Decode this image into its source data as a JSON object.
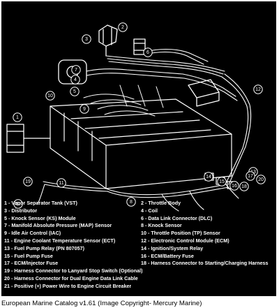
{
  "colors": {
    "panel": "#000000",
    "ink": "#ffffff",
    "caption_bg": "#ffffff",
    "caption_text": "#000000"
  },
  "callouts": [
    "1",
    "2",
    "3",
    "4",
    "5",
    "6",
    "7",
    "8",
    "9",
    "10",
    "11",
    "12",
    "13",
    "14",
    "15",
    "16",
    "17",
    "18",
    "19",
    "20",
    "21"
  ],
  "legend_items": [
    [
      "1   - Vapor Separator Tank (VST)",
      "2   - Throttle Body"
    ],
    [
      "3   - Distributor",
      "4   - Coil"
    ],
    [
      "5   - Knock Sensor (KS) Module",
      "6   - Data Link Connector (DLC)"
    ],
    [
      "7   - Manifold Absolute Pressure (MAP) Sensor",
      "8   - Knock Sensor"
    ],
    [
      "9   - Idle Air Control (IAC)",
      "10 - Throttle Position (TP) Sensor"
    ],
    [
      "11 - Engine Coolant Temperature Sensor (ECT)",
      "12 - Electronic Control Module (ECM)"
    ],
    [
      "13 - Fuel Pump Relay (PN 807057)",
      "14 - Ignition/System Relay"
    ],
    [
      "15 - Fuel Pump Fuse",
      "16 - ECM/Battery Fuse"
    ],
    [
      "17 - ECM/Injector Fuse",
      "18 - Harness Connector to Starting/Charging Harness"
    ],
    [
      "19 - Harness Connector to Lanyard Stop Switch (Optional)",
      ""
    ],
    [
      "20 - Harness Connector for Dual Engine Data Link Cable",
      ""
    ],
    [
      "21 - Positive (+) Power Wire to Engine Circuit Breaker",
      ""
    ]
  ],
  "caption": "European Marine Catalog v1.61 (Image Copyright- Mercury Marine)"
}
